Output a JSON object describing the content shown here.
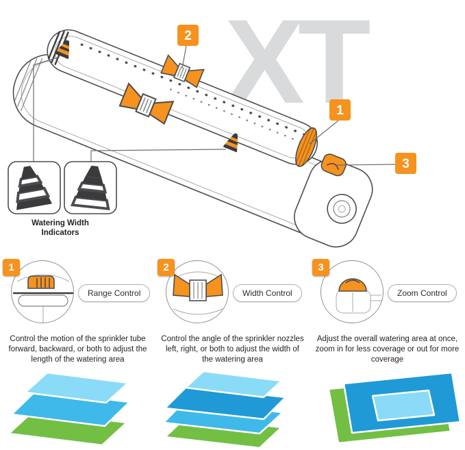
{
  "colors": {
    "orange": "#F6921E",
    "logo_gray": "#D9DADB",
    "green": "#72BF44",
    "blue": "#3FB9E9",
    "dark_blue": "#1F9AD6",
    "light_blue": "#8ADBF7"
  },
  "logo": {
    "text": "XT"
  },
  "diagram": {
    "callouts": {
      "one": "1",
      "two": "2",
      "three": "3"
    },
    "watering_width_label": {
      "line1": "Watering Width",
      "line2": "Indicators"
    }
  },
  "sections": [
    {
      "number": "1",
      "control_label": "Range Control",
      "description": "Control the motion of the sprinkler tube forward, backward, or both to adjust the length of the watering area"
    },
    {
      "number": "2",
      "control_label": "Width Control",
      "description": "Control the angle of the sprinkler nozzles left, right, or both to adjust the width of the watering area"
    },
    {
      "number": "3",
      "control_label": "Zoom Control",
      "description": "Adjust the overall watering area at once, zoom in for less coverage or out for more coverage"
    }
  ]
}
